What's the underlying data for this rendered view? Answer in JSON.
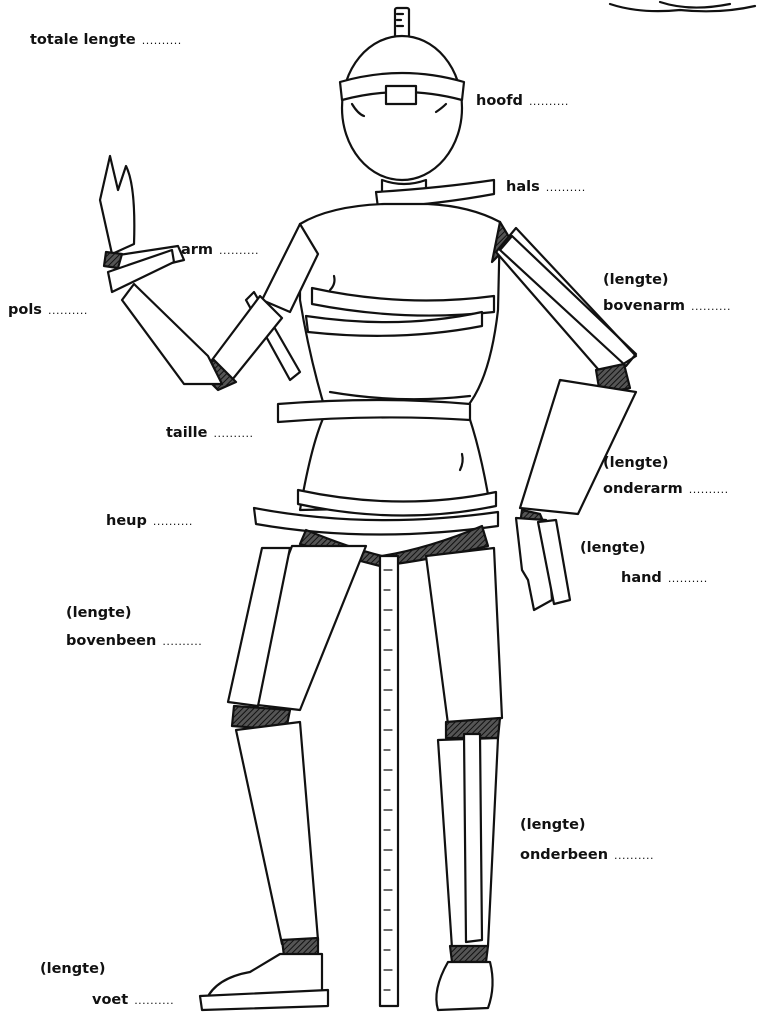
{
  "labels": {
    "total_length": {
      "text": "totale lengte",
      "blank": ".........."
    },
    "head": {
      "text": "hoofd",
      "blank": ".........."
    },
    "neck": {
      "text": "hals",
      "blank": ".........."
    },
    "arm": {
      "text": "arm",
      "blank": ".........."
    },
    "wrist": {
      "text": "pols",
      "blank": ".........."
    },
    "upper_arm": {
      "prefix": "(lengte)",
      "text": "bovenarm",
      "blank": ".........."
    },
    "waist": {
      "text": "taille",
      "blank": ".........."
    },
    "forearm": {
      "prefix": "(lengte)",
      "text": "onderarm",
      "blank": ".........."
    },
    "hip": {
      "text": "heup",
      "blank": ".........."
    },
    "hand": {
      "prefix": "(lengte)",
      "text": "hand",
      "blank": ".........."
    },
    "upper_leg": {
      "prefix": "(lengte)",
      "text": "bovenbeen",
      "blank": ".........."
    },
    "lower_leg": {
      "prefix": "(lengte)",
      "text": "onderbeen",
      "blank": ".........."
    },
    "foot": {
      "prefix": "(lengte)",
      "text": "voet",
      "blank": ".........."
    }
  }
}
